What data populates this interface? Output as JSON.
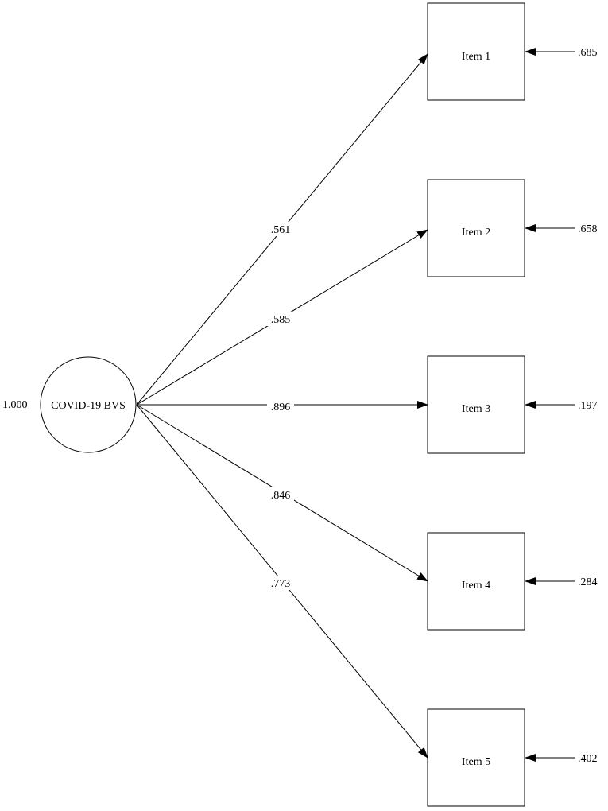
{
  "latent": {
    "label": "COVID-19 BVS",
    "variance": "1.000"
  },
  "items": [
    {
      "label": "Item 1",
      "loading": ".561",
      "residual": ".685"
    },
    {
      "label": "Item 2",
      "loading": ".585",
      "residual": ".658"
    },
    {
      "label": "Item 3",
      "loading": ".896",
      "residual": ".197"
    },
    {
      "label": "Item 4",
      "loading": ".846",
      "residual": ".284"
    },
    {
      "label": "Item 5",
      "loading": ".773",
      "residual": ".402"
    }
  ],
  "colors": {
    "stroke": "#000000",
    "background": "#ffffff"
  }
}
